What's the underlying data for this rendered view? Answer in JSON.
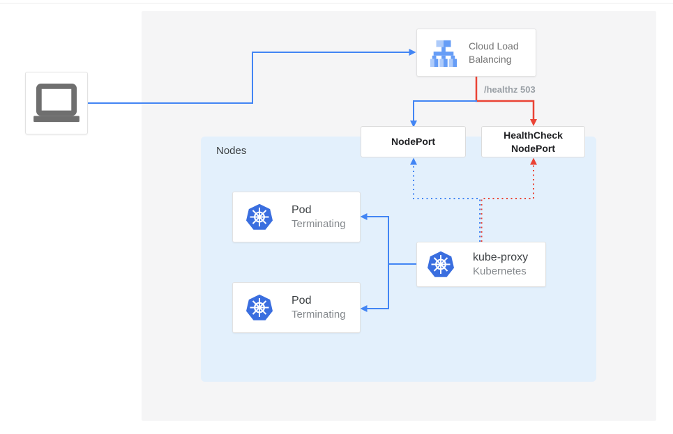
{
  "colors": {
    "flow_blue": "#4285F4",
    "flow_red": "#EA4335",
    "panel_gray": "#F5F5F6",
    "nodes_background": "#E3F0FC",
    "kubernetes_blue": "#3A6EDF",
    "loadbalancer_blue": "#669DF6",
    "loadbalancer_light_blue": "#AECBFA",
    "laptop_gray": "#6F6F6F"
  },
  "diagram": {
    "cloud_load_balancing": {
      "line1": "Cloud Load",
      "line2": "Balancing"
    },
    "healthz_label": "/healthz 503",
    "nodeport": {
      "label": "NodePort"
    },
    "healthcheck_nodeport": {
      "line1": "HealthCheck",
      "line2": "NodePort"
    },
    "nodes_group": {
      "label": "Nodes"
    },
    "pods": [
      {
        "title": "Pod",
        "status": "Terminating"
      },
      {
        "title": "Pod",
        "status": "Terminating"
      }
    ],
    "kube_proxy": {
      "title": "kube-proxy",
      "subtitle": "Kubernetes"
    }
  }
}
